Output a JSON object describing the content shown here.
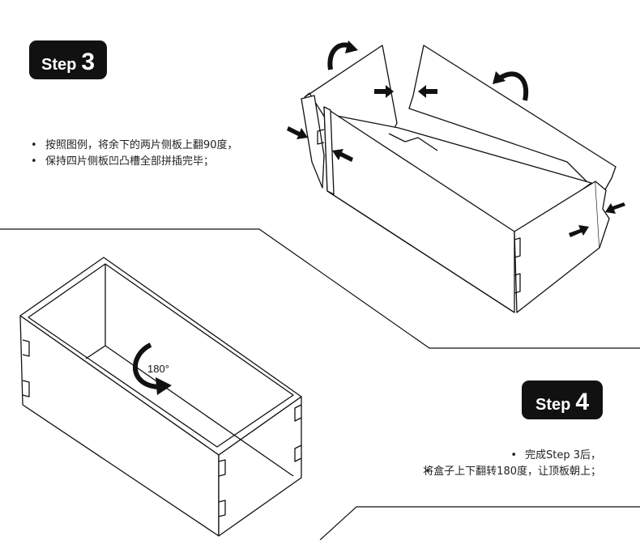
{
  "step3": {
    "word": "Step",
    "number": "3",
    "notes": [
      "按照图例，将余下的两片侧板上翻90度，",
      "保持四片侧板凹凸槽全部拼插完毕；"
    ]
  },
  "step4": {
    "word": "Step",
    "number": "4",
    "notes": [
      "完成Step 3后，",
      "将盒子上下翻转180度，让顶板朝上；"
    ]
  },
  "rotation_label": "180°",
  "icons": [
    "curved-arrow-icon",
    "push-arrow-icon",
    "rotate-180-icon"
  ]
}
